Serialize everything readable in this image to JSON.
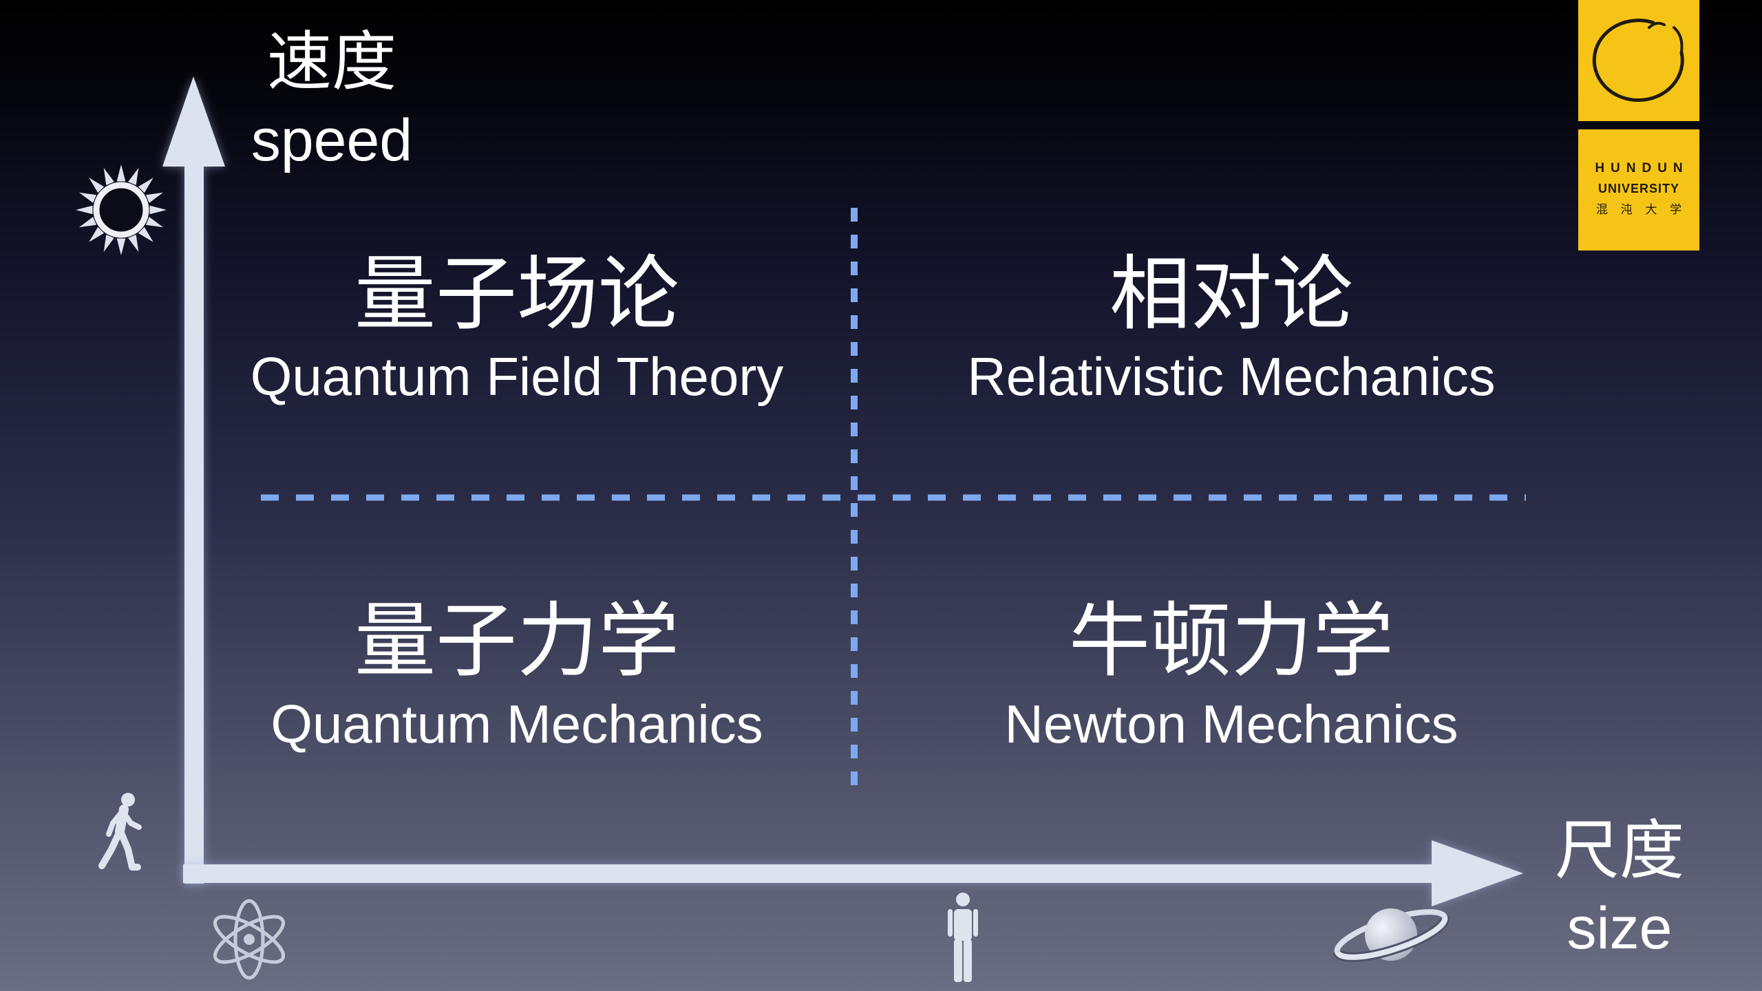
{
  "axes": {
    "y": {
      "label_zh": "速度",
      "label_en": "speed",
      "icons": {
        "high": "sun-icon",
        "low": "walking-person-icon"
      }
    },
    "x": {
      "label_zh": "尺度",
      "label_en": "size",
      "icons": {
        "small": "atom-icon",
        "medium": "standing-person-icon",
        "large": "planet-icon"
      }
    }
  },
  "quadrants": {
    "top_left": {
      "title_zh": "量子场论",
      "title_en": "Quantum Field Theory"
    },
    "top_right": {
      "title_zh": "相对论",
      "title_en": "Relativistic Mechanics"
    },
    "bottom_left": {
      "title_zh": "量子力学",
      "title_en": "Quantum Mechanics"
    },
    "bottom_right": {
      "title_zh": "牛顿力学",
      "title_en": "Newton Mechanics"
    }
  },
  "logo": {
    "icon": "enso-circle-icon",
    "line1": "HUNDUN",
    "line2": "UNIVERSITY",
    "line3": "混 沌 大 学"
  },
  "colors": {
    "background_top": "#000000",
    "background_bottom": "#6b6e82",
    "axis": "#dce2f0",
    "divider": "#7ea9ef",
    "text": "#ffffff",
    "icon": "#dfe3ee",
    "logo_bg": "#f6c416",
    "logo_ink": "#1f1b10"
  }
}
